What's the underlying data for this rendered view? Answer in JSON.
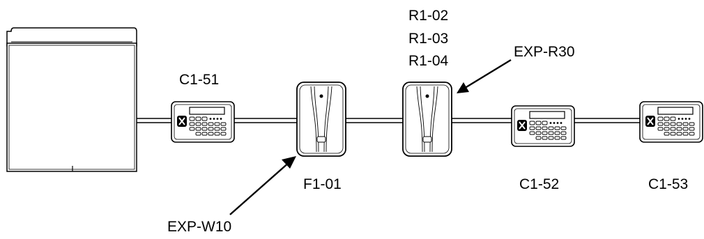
{
  "labels": {
    "keypad_1": "C1-51",
    "expander_w": "F1-01",
    "expander_w_model": "EXP-W10",
    "expander_r_ids": [
      "R1-02",
      "R1-03",
      "R1-04"
    ],
    "expander_r_model": "EXP-R30",
    "keypad_2": "C1-52",
    "keypad_3": "C1-53"
  },
  "colors": {
    "line": "#000000",
    "fill": "#ffffff"
  }
}
